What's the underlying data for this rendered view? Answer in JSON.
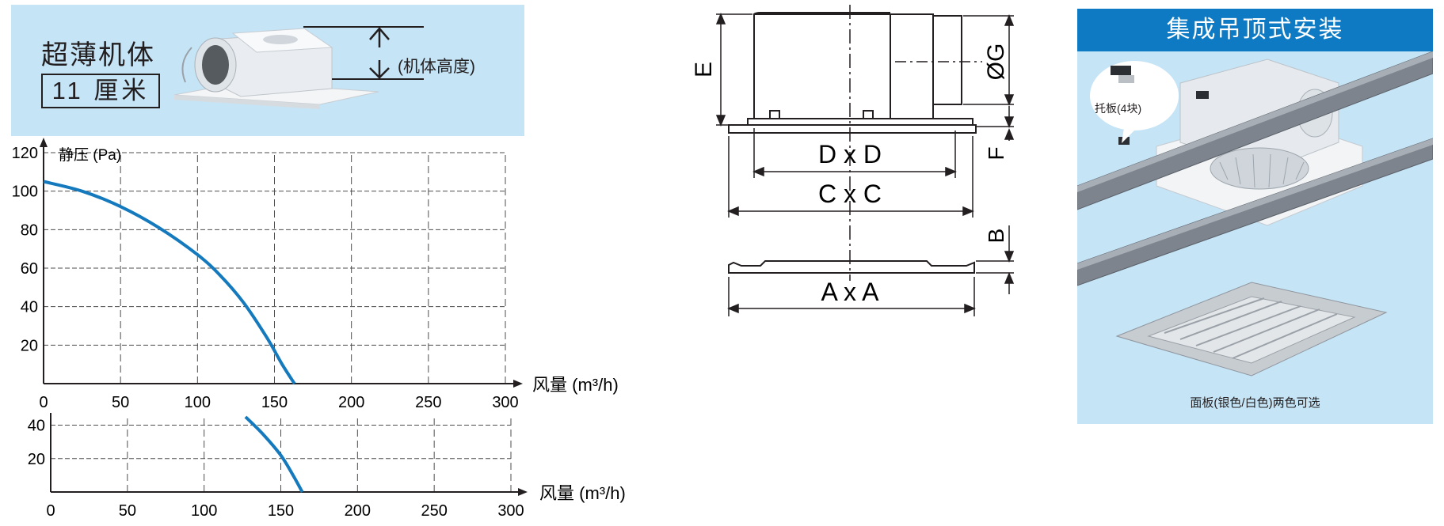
{
  "banner": {
    "title": "超薄机体",
    "badge": "11 厘米",
    "height_note": "(机体高度)"
  },
  "chart_data": [
    {
      "type": "line",
      "xlabel": "风量 (m³/h)",
      "ylabel": "静压 (Pa)",
      "xlim": [
        0,
        300
      ],
      "ylim": [
        0,
        120
      ],
      "xticks": [
        0,
        50,
        100,
        150,
        200,
        250,
        300
      ],
      "yticks": [
        20,
        40,
        60,
        80,
        100,
        120
      ],
      "grid": true,
      "series": [
        {
          "color": "#1479bd",
          "x": [
            0,
            25,
            50,
            75,
            100,
            115,
            130,
            145,
            155,
            163
          ],
          "y": [
            105,
            100,
            92,
            81,
            67,
            56,
            42,
            24,
            10,
            0
          ]
        }
      ]
    },
    {
      "type": "line",
      "xlabel": "风量 (m³/h)",
      "xlim": [
        0,
        300
      ],
      "ylim": [
        0,
        45
      ],
      "xticks": [
        0,
        50,
        100,
        150,
        200,
        250,
        300
      ],
      "yticks": [
        20,
        40
      ],
      "grid": true,
      "series": [
        {
          "color": "#1479bd",
          "x": [
            127,
            138,
            150,
            158,
            164
          ],
          "y": [
            45,
            35,
            22,
            10,
            0
          ]
        }
      ]
    }
  ],
  "dimensions": {
    "dxd": "D x D",
    "cxc": "C x C",
    "axa": "A x A",
    "e": "E",
    "g": "ØG",
    "f": "F",
    "b": "B"
  },
  "install": {
    "title": "集成吊顶式安装",
    "bracket_label": "托板(4块)",
    "caption": "面板(银色/白色)两色可选"
  },
  "colors": {
    "banner_bg": "#c5e4f6",
    "install_header": "#0d7ac3",
    "curve": "#1479bd"
  }
}
